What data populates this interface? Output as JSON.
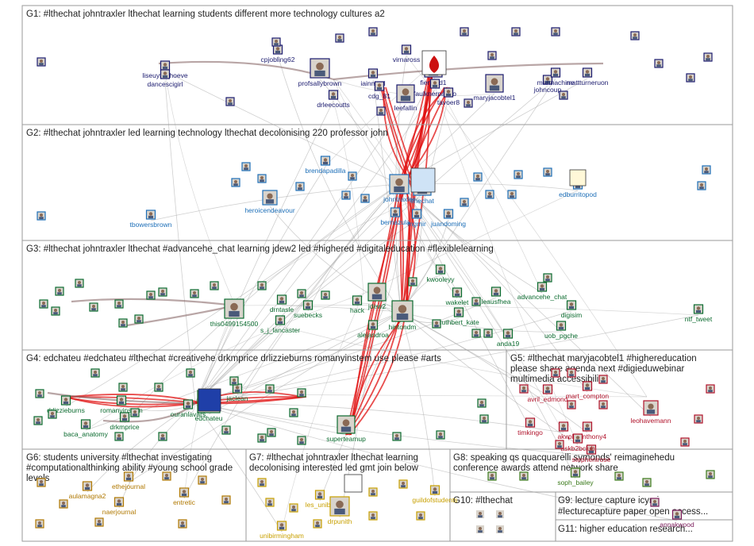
{
  "groups": [
    {
      "id": "G1",
      "title": "G1: #lthechat johntraxler lthechat learning students different more technology cultures a2"
    },
    {
      "id": "G2",
      "title": "G2: #lthechat johntraxler led learning technology lthechat decolonising 220 professor john"
    },
    {
      "id": "G3",
      "title": "G3: #lthechat johntraxler lthechat #advancehe_chat learning jdew2 led #highered #digitaleducation #flexiblelearning"
    },
    {
      "id": "G4",
      "title": "G4: edchateu #edchateu #lthechat #creativehe drkmprice drlizzieburns romanyinstem use please #arts"
    },
    {
      "id": "G5",
      "title_lines": [
        "G5: #lthechat maryjacobtel1 #highereducation",
        "please share agenda next #digieduwebinar",
        "multimedia accessibility"
      ]
    },
    {
      "id": "G6",
      "title_lines": [
        "G6: students university #lthechat investigating",
        "#computationalthinking ability #young school grade",
        "levels"
      ]
    },
    {
      "id": "G7",
      "title_lines": [
        "G7: #lthechat johntraxler lthechat learning",
        "decolonising interested led gmt join below"
      ]
    },
    {
      "id": "G8",
      "title_lines": [
        "G8: speaking qs quacquarelli symonds' reimaginehedu",
        "conference awards attend network share"
      ]
    },
    {
      "id": "G9",
      "title_lines": [
        "G9: lecture capture icymi",
        "#lecturecapture paper open access..."
      ]
    },
    {
      "id": "G10",
      "title": "G10: #lthechat"
    },
    {
      "id": "G11",
      "title": "G11: higher education research..."
    }
  ],
  "nodes": {
    "G1": [
      "liseuytterhoeve",
      "dancescigirl",
      "cpjobling62",
      "profsallybrown",
      "drleecoutts",
      "iainmacl",
      "cdg_81",
      "leefallin",
      "virnaross",
      "fieryred1",
      "faulknerpando",
      "tavoer8",
      "maryjacobtel1",
      "johncoup",
      "marmachine",
      "mattturneruon"
    ],
    "G2": [
      "brendapadilla",
      "heroicendeavour",
      "tbowersbrown",
      "johntraxler",
      "lthechat",
      "bernazula",
      "mgmir",
      "juandoming",
      "edburritopod"
    ],
    "G3": [
      "this0499154500",
      "drntasle",
      "suebecks",
      "s_j_lancaster",
      "jdew2",
      "alejandroa",
      "hintondm",
      "kwooleyy",
      "wakelet",
      "leausfhea",
      "cuthbert_kate",
      "advancehe_chat",
      "digisim",
      "uob_pgche",
      "anda19",
      "ntf_tweet",
      "hack"
    ],
    "G4": [
      "drlizzieburns",
      "romanyinstem",
      "baca_anatomy",
      "drkmprice",
      "ouranlavars",
      "edchateu",
      "jaclean",
      "superteamup"
    ],
    "G5": [
      "avril_edmond",
      "mart_compton",
      "akw",
      "philanthony4",
      "timkingo",
      "stephenlrose",
      "askb2bclub",
      "leohavemann"
    ],
    "G6": [
      "aulamagna2",
      "ethejournal",
      "entretic",
      "naerjournal"
    ],
    "G7": [
      "les_unibir",
      "drpunith",
      "unibirmingham",
      "guildofstudents"
    ],
    "G8": [
      "soph_bailey"
    ],
    "G9": [
      "annakwood"
    ]
  },
  "colors": {
    "G1": "#1a1a6e",
    "G2": "#1d6fb8",
    "G3": "#0b6b2f",
    "G4": "#0b6b2f",
    "G5": "#b0122a",
    "G6": "#b07800",
    "G7": "#c8a000",
    "G8": "#3a7a1a",
    "G9": "#7a1a5a",
    "edge_red": "#e01010",
    "edge_gray": "#a8a8a8",
    "edge_dark": "#8a6a6a"
  },
  "icons": [
    "user-avatar",
    "eu-flag-logo",
    "wheel-logo",
    "flame-logo",
    "hefi-logo"
  ]
}
